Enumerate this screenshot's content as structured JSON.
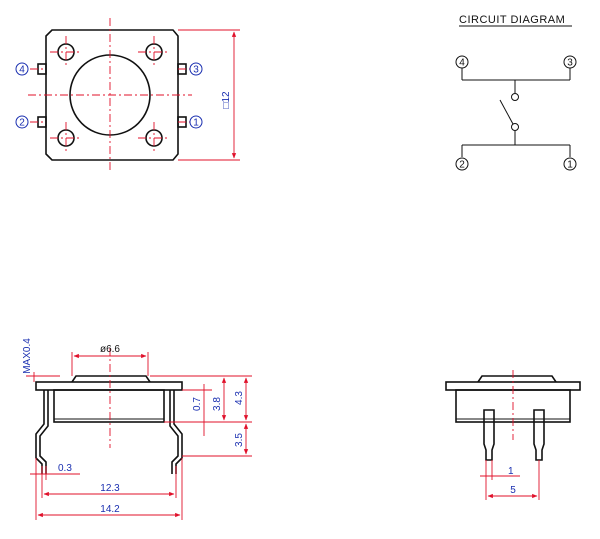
{
  "circuit": {
    "title": "CIRCUIT DIAGRAM",
    "pins": {
      "p1": "1",
      "p2": "2",
      "p3": "3",
      "p4": "4"
    }
  },
  "top_view": {
    "pins": {
      "p1": "1",
      "p2": "2",
      "p3": "3",
      "p4": "4"
    },
    "dim_size": "□12"
  },
  "front_view": {
    "max_label": "MAX0.4",
    "dia_label": "ø6.6",
    "dim_0_7": "0.7",
    "dim_3_8": "3.8",
    "dim_4_3": "4.3",
    "dim_3_5": "3.5",
    "dim_0_3": "0.3",
    "dim_12_3": "12.3",
    "dim_14_2": "14.2"
  },
  "side_view": {
    "dim_1": "1",
    "dim_5": "5"
  },
  "colors": {
    "outline": "#111111",
    "dimension": "#e0102a",
    "pin_label": "#1a2fb0"
  }
}
